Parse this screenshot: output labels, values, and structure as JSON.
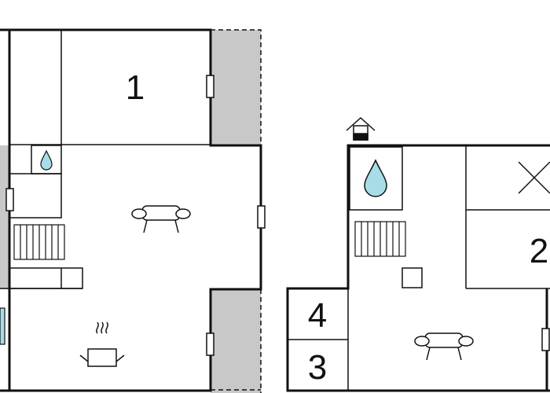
{
  "floorplan": {
    "rooms": [
      {
        "id": "room-1",
        "label": "1"
      },
      {
        "id": "room-2",
        "label": "2"
      },
      {
        "id": "room-3",
        "label": "3"
      },
      {
        "id": "room-4",
        "label": "4"
      }
    ],
    "icons": [
      "sofa-icon",
      "water-drop-icon",
      "radiator-icon",
      "cooking-pot-icon",
      "chimney-icon",
      "cross-icon"
    ],
    "colors": {
      "wall": "#111111",
      "terrace": "#c8c8c8",
      "water": "#a8dde8"
    }
  }
}
